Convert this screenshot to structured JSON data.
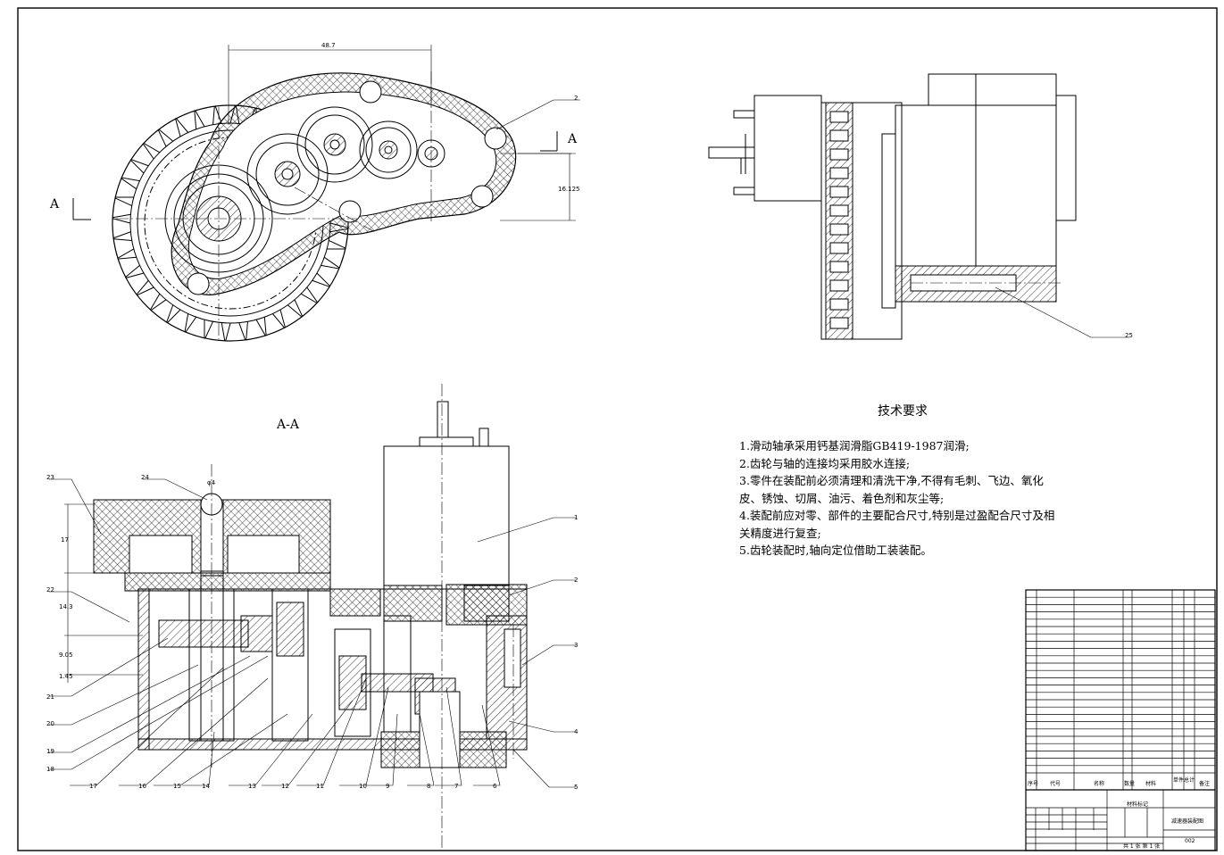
{
  "section_label": "A-A",
  "view_label_left": "A",
  "view_label_right": "A",
  "dimensions": {
    "top_width": "48.7",
    "right_offset": "16.125",
    "h17": "17",
    "h14": "14.3",
    "h9": "9.05",
    "h1": "1.45",
    "phi_top": "φ4"
  },
  "balloons_front": [
    "2",
    "25"
  ],
  "balloons_left": [
    "23",
    "24",
    "22",
    "21",
    "20",
    "19",
    "18"
  ],
  "balloons_bottom": [
    "17",
    "16",
    "15",
    "14",
    "13",
    "12",
    "11",
    "10",
    "9",
    "8",
    "7",
    "6"
  ],
  "balloons_right": [
    "1",
    "2",
    "3",
    "4",
    "5"
  ],
  "tech_title": "技术要求",
  "tech_items": [
    "1.滑动轴承采用钙基润滑脂GB419-1987润滑;",
    "2.齿轮与轴的连接均采用胶水连接;",
    "3.零件在装配前必须清理和清洗干净,不得有毛刺、飞边、氧化皮、锈蚀、切屑、油污、着色剂和灰尘等;",
    "4.装配前应对零、部件的主要配合尺寸,特别是过盈配合尺寸及相关精度进行复查;",
    "5.齿轮装配时,轴向定位借助工装装配。"
  ],
  "title_block": {
    "header": [
      "序号",
      "代号",
      "名称",
      "数量",
      "材料",
      "单件",
      "总计",
      "备注"
    ],
    "material_mark": "材料标记",
    "drawing_name": "减速器装配图",
    "drawing_no": "002",
    "sheet_info": "共 1 张 第 1 张"
  }
}
